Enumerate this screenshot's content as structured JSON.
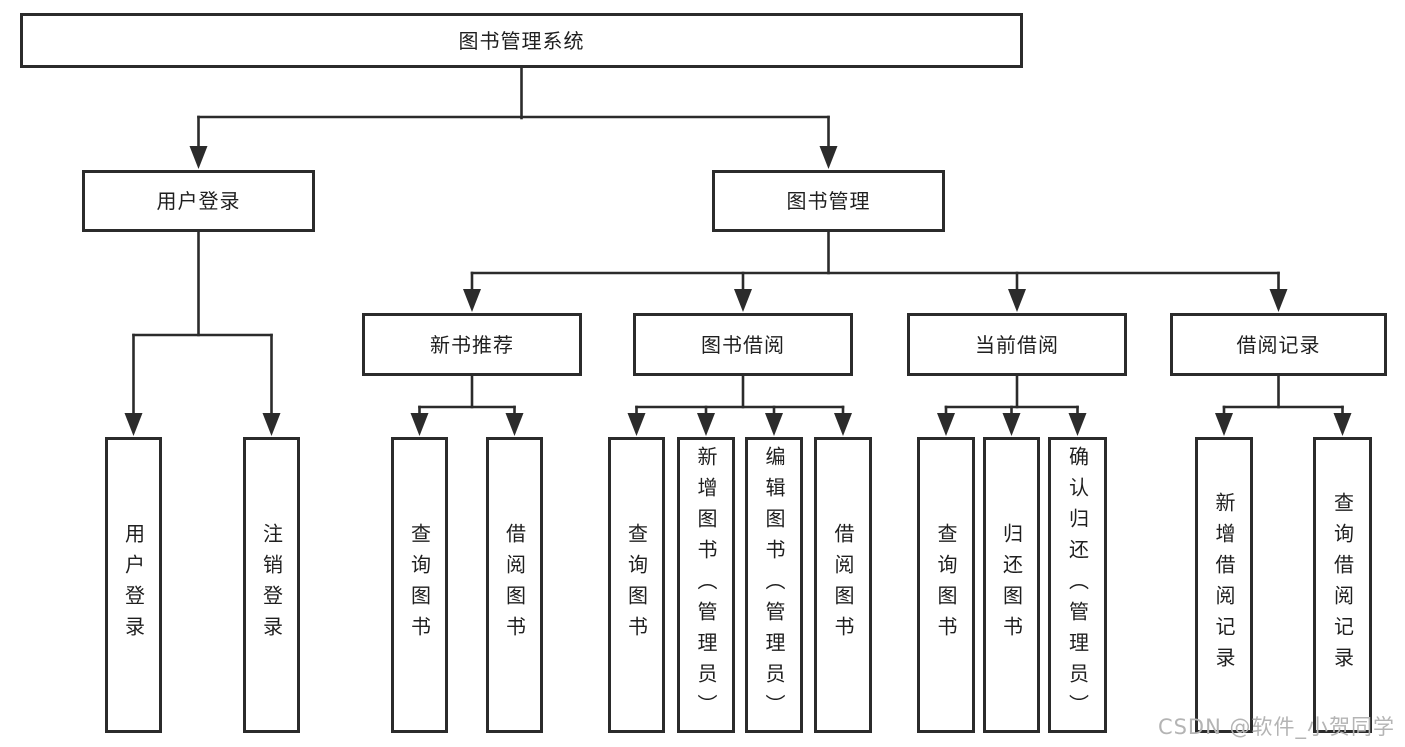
{
  "diagram": {
    "root": {
      "label": "图书管理系统"
    },
    "branches": [
      {
        "label": "用户登录",
        "leaves": [
          {
            "label": "用户登录"
          },
          {
            "label": "注销登录"
          }
        ]
      },
      {
        "label": "图书管理",
        "groups": [
          {
            "label": "新书推荐",
            "leaves": [
              {
                "label": "查询图书"
              },
              {
                "label": "借阅图书"
              }
            ]
          },
          {
            "label": "图书借阅",
            "leaves": [
              {
                "label": "查询图书"
              },
              {
                "label": "新增图书（管理员）"
              },
              {
                "label": "编辑图书（管理员）"
              },
              {
                "label": "借阅图书"
              }
            ]
          },
          {
            "label": "当前借阅",
            "leaves": [
              {
                "label": "查询图书"
              },
              {
                "label": "归还图书"
              },
              {
                "label": "确认归还（管理员）"
              }
            ]
          },
          {
            "label": "借阅记录",
            "leaves": [
              {
                "label": "新增借阅记录"
              },
              {
                "label": "查询借阅记录"
              }
            ]
          }
        ]
      }
    ]
  },
  "watermark": {
    "text": "CSDN @软件_小贺同学",
    "color": "#b4b4b4"
  },
  "colors": {
    "line": "#2b2b2b",
    "box_border": "#2b2b2b",
    "text": "#1f1f1f",
    "background": "#ffffff"
  }
}
